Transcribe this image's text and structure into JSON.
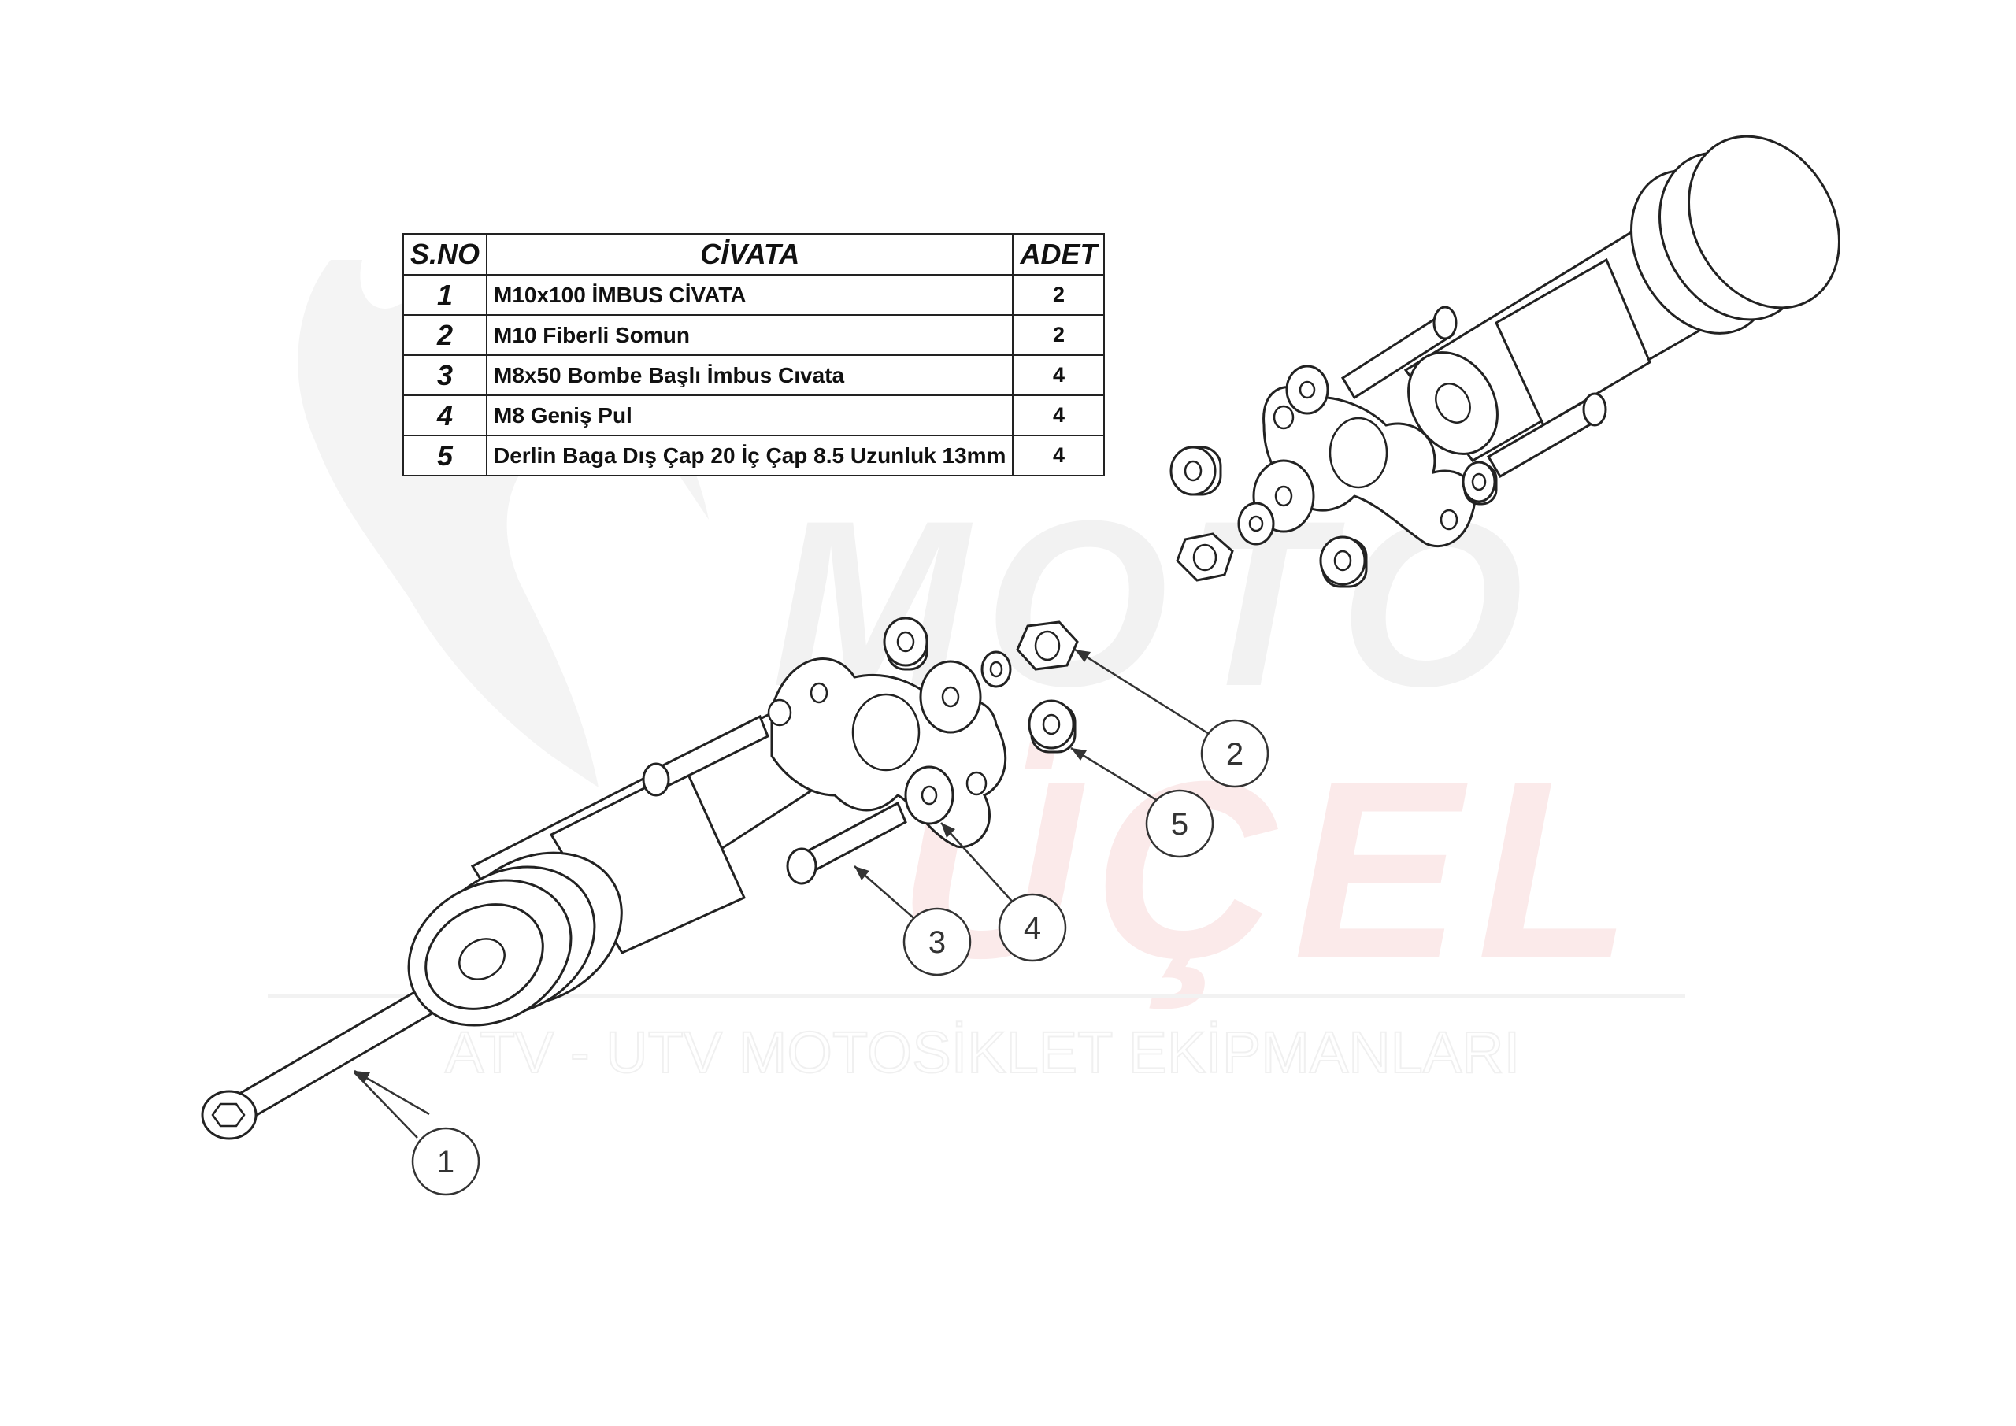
{
  "table": {
    "headers": {
      "no": "S.NO",
      "name": "CİVATA",
      "qty": "ADET"
    },
    "rows": [
      {
        "no": "1",
        "name": "M10x100 İMBUS CİVATA",
        "qty": "2"
      },
      {
        "no": "2",
        "name": "M10 Fiberli Somun",
        "qty": "2"
      },
      {
        "no": "3",
        "name": "M8x50 Bombe Başlı İmbus Cıvata",
        "qty": "4"
      },
      {
        "no": "4",
        "name": "M8 Geniş Pul",
        "qty": "4"
      },
      {
        "no": "5",
        "name": "Derlin Baga Dış Çap 20 İç Çap 8.5 Uzunluk 13mm",
        "qty": "4"
      }
    ]
  },
  "callouts": [
    "1",
    "2",
    "3",
    "4",
    "5"
  ],
  "watermark": {
    "brand_top": "MOTO",
    "brand_bottom": "ÜÇEL",
    "tagline": "ATV - UTV MOTOSİKLET EKİPMANLARI",
    "colors": {
      "grey": "#f1f1f1",
      "red": "#fbeaea"
    }
  }
}
